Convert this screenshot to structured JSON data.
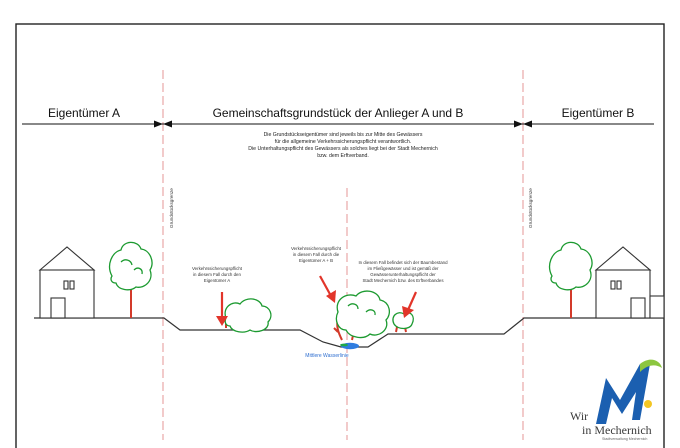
{
  "owner_a": "Eigentümer A",
  "shared_plot": "Gemeinschaftsgrundstück der Anlieger A und B",
  "owner_b": "Eigentümer B",
  "center_note": [
    "Die Grundstückseigentümer sind jeweils bis zur Mitte des Gewässers",
    "für die allgemeine Verkehrssicherungspflicht verantwortlich.",
    "Die Unterhaltungspflicht des Gewässers als solches liegt bei der Stadt Mechernich",
    "bzw. dem Erftverband."
  ],
  "boundary_label": "Grundstücksgrenze",
  "left_note": [
    "Verkehrssicherungspflicht",
    "in diesem Fall durch den",
    "Eigentümer A"
  ],
  "middle_note": [
    "Verkehrssicherungspflicht",
    "in diesem Fall durch die",
    "Eigentümer A + B"
  ],
  "right_note": [
    "In diesem Fall befindet sich der Baumbestand",
    "im Fließgewässer und ist gemäß der",
    "Gewässerunterhaltungspflicht der",
    "Stadt Mechernich bzw. des Erftverbandes"
  ],
  "waterline_label": "Mittlere Wasserlinie",
  "logo": {
    "line1": "Wir",
    "line2": "in Mechernich",
    "tagline": "Stadtverwaltung Mechernich",
    "colors": {
      "blue": "#1b5fb0",
      "green": "#8cc63f",
      "yellow": "#f3c623"
    }
  }
}
